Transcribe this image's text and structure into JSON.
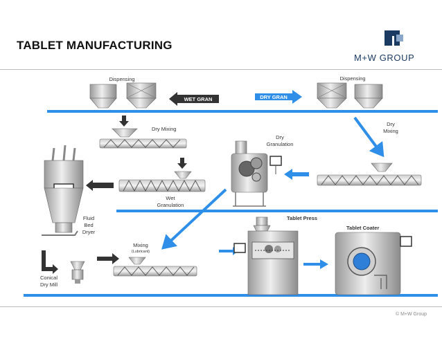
{
  "header": {
    "title": "TABLET MANUFACTURING",
    "logo_text": "M+W GROUP"
  },
  "footer": {
    "copyright": "© M+W Group"
  },
  "flows": {
    "wet_gran": "WET GRAN",
    "dry_gran": "DRY GRAN"
  },
  "stations": {
    "dispensing_left": "Dispensing",
    "dispensing_right": "Dispensing",
    "dry_mixing_left": "Dry Mixing",
    "dry_mixing_right_line1": "Dry",
    "dry_mixing_right_line2": "Mixing",
    "dry_granulation_line1": "Dry",
    "dry_granulation_line2": "Granulation",
    "wet_granulation_line1": "Wet",
    "wet_granulation_line2": "Granulation",
    "fluid_bed_line1": "Fluid",
    "fluid_bed_line2": "Bed",
    "fluid_bed_line3": "Dryer",
    "mixing_line1": "Mixing",
    "mixing_line2": "(Lubricant)",
    "conical_line1": "Conical",
    "conical_line2": "Dry Mill",
    "tablet_press": "Tablet Press",
    "tablet_coater": "Tablet Coater"
  },
  "colors": {
    "process_line": "#2f8fe8",
    "equipment_dark": "#333333",
    "equipment_light": "#d9d9d9",
    "logo": "#1c3b63"
  }
}
